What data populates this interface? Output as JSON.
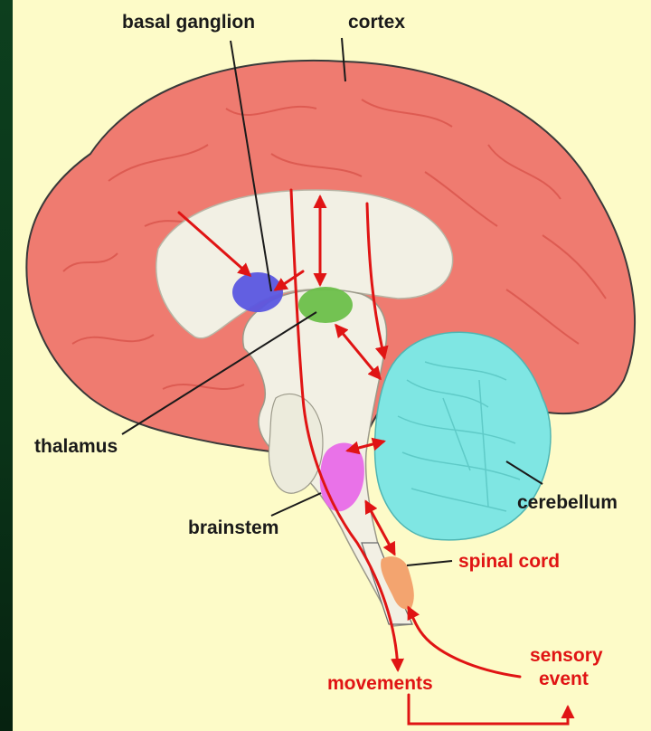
{
  "labels": {
    "basal_ganglion": "basal ganglion",
    "cortex": "cortex",
    "thalamus": "thalamus",
    "brainstem": "brainstem",
    "cerebellum": "cerebellum",
    "spinal_cord": "spinal cord",
    "movements": "movements",
    "sensory_event_line1": "sensory",
    "sensory_event_line2": "event"
  },
  "colors": {
    "background": "#fdfbc8",
    "cortex": "#ef7b70",
    "inner_brain": "#f2f0e4",
    "basal_ganglion": "#5a56e0",
    "thalamus": "#6cbf4a",
    "brainstem_nucleus": "#e86ae8",
    "cerebellum": "#7fe6e3",
    "spinal_cord_region": "#f3a46f",
    "pathways": "#e01414",
    "label_text": "#1a1a1a"
  }
}
